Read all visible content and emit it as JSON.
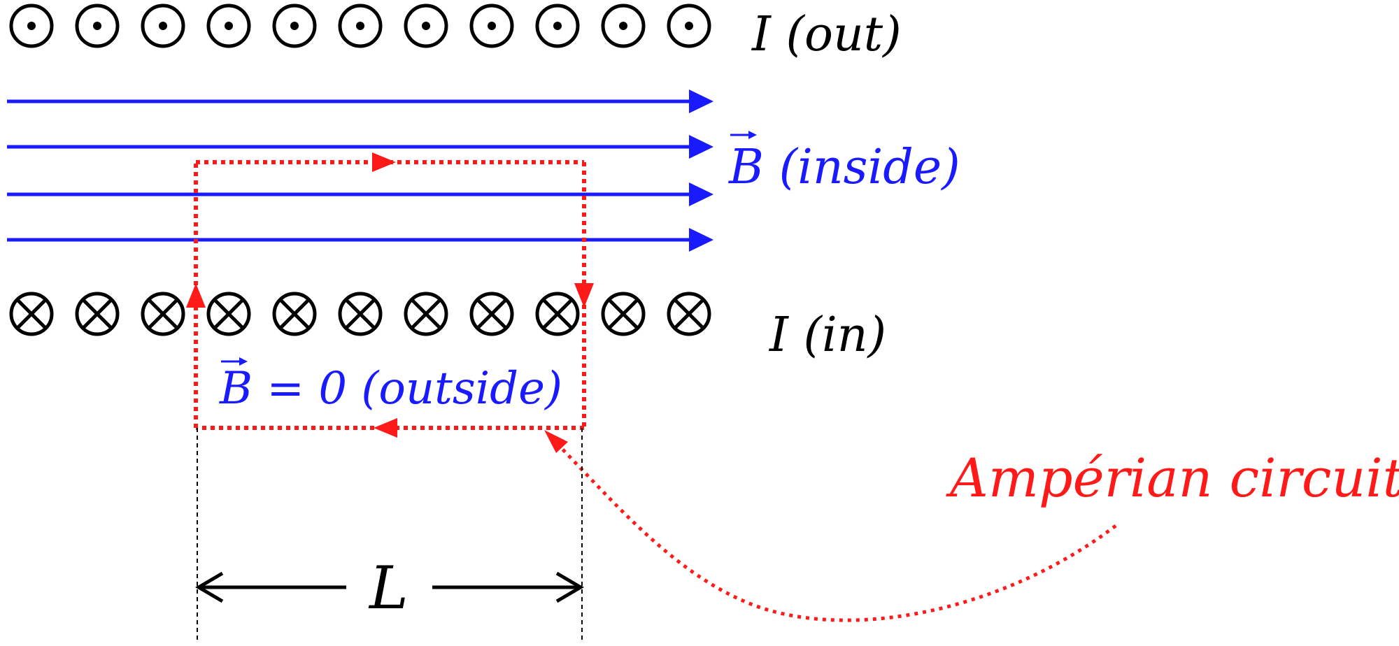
{
  "labels": {
    "current_out": "I (out)",
    "current_in": "I (in)",
    "field_inside": "B (inside)",
    "field_outside": "B = 0 (outside)",
    "circuit": "Ampérian circuit",
    "length": "L"
  },
  "conductors": {
    "top_count": 11,
    "bottom_count": 11,
    "top_symbol": "dot-out-of-page",
    "bottom_symbol": "cross-into-page"
  },
  "field_lines": {
    "count": 4,
    "direction": "right"
  },
  "colors": {
    "wire": "#000000",
    "field": "#1a1aff",
    "circuit": "#ff1a1a",
    "dimension": "#000000"
  }
}
